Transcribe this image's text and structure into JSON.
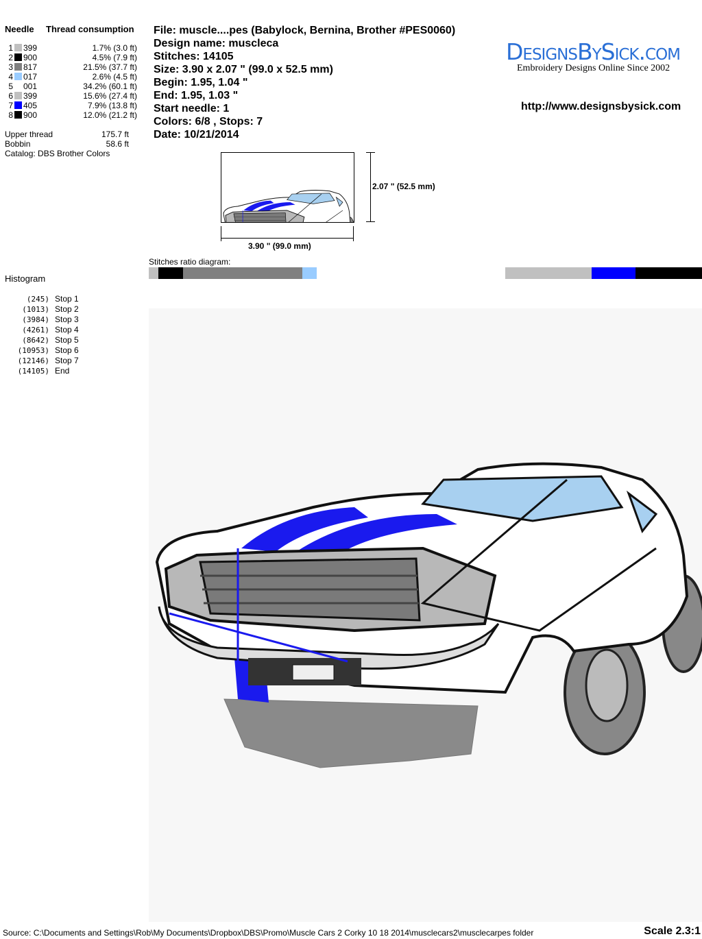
{
  "thread_table": {
    "header_needle": "Needle",
    "header_consumption": "Thread consumption",
    "rows": [
      {
        "needle": "1",
        "color": "#c0c0c0",
        "code": "399",
        "consumption": "1.7% (3.0 ft)",
        "percent": 1.7
      },
      {
        "needle": "2",
        "color": "#000000",
        "code": "900",
        "consumption": "4.5% (7.9 ft)",
        "percent": 4.5
      },
      {
        "needle": "3",
        "color": "#808080",
        "code": "817",
        "consumption": "21.5% (37.7 ft)",
        "percent": 21.5
      },
      {
        "needle": "4",
        "color": "#99ccff",
        "code": "017",
        "consumption": "2.6% (4.5 ft)",
        "percent": 2.6
      },
      {
        "needle": "5",
        "color": "#ffffff",
        "code": "001",
        "consumption": "34.2% (60.1 ft)",
        "percent": 34.2
      },
      {
        "needle": "6",
        "color": "#c0c0c0",
        "code": "399",
        "consumption": "15.6% (27.4 ft)",
        "percent": 15.6
      },
      {
        "needle": "7",
        "color": "#0000ff",
        "code": "405",
        "consumption": "7.9% (13.8 ft)",
        "percent": 7.9
      },
      {
        "needle": "8",
        "color": "#000000",
        "code": "900",
        "consumption": "12.0% (21.2 ft)",
        "percent": 12.0
      }
    ],
    "upper_thread_label": "Upper thread",
    "upper_thread_value": "175.7 ft",
    "bobbin_label": "Bobbin",
    "bobbin_value": "58.6 ft",
    "catalog": "Catalog: DBS Brother Colors"
  },
  "info": {
    "file": "File: muscle....pes  (Babylock, Bernina, Brother #PES0060)",
    "design_name": "Design name: muscleca",
    "stitches": "Stitches: 14105",
    "size": "Size: 3.90 x 2.07 \" (99.0 x 52.5 mm)",
    "begin": "Begin: 1.95, 1.04 \"",
    "end": "End: 1.95, 1.03 \"",
    "start_needle": "Start needle: 1",
    "colors_stops": "Colors: 6/8 , Stops: 7",
    "date": "Date: 10/21/2014"
  },
  "logo": {
    "title": "DesignsBySick.com",
    "tagline": "Embroidery Designs Online Since 2002",
    "url": "http://www.designsbysick.com"
  },
  "thumbnail": {
    "height_label": "2.07 \" (52.5 mm)",
    "width_label": "3.90 \" (99.0 mm)"
  },
  "stitches_ratio_label": "Stitches ratio diagram:",
  "histogram": {
    "title": "Histogram",
    "stops": [
      {
        "count": "(245)",
        "label": "Stop 1"
      },
      {
        "count": "(1013)",
        "label": "Stop 2"
      },
      {
        "count": "(3984)",
        "label": "Stop 3"
      },
      {
        "count": "(4261)",
        "label": "Stop 4"
      },
      {
        "count": "(8642)",
        "label": "Stop 5"
      },
      {
        "count": "(10953)",
        "label": "Stop 6"
      },
      {
        "count": "(12146)",
        "label": "Stop 7"
      },
      {
        "count": "(14105)",
        "label": "End"
      }
    ]
  },
  "footer": {
    "source": "Source: C:\\Documents and Settings\\Rob\\My Documents\\Dropbox\\DBS\\Promo\\Muscle Cars 2 Corky 10 18 2014\\musclecars2\\musclecarpes folder",
    "scale": "Scale 2.3:1"
  }
}
